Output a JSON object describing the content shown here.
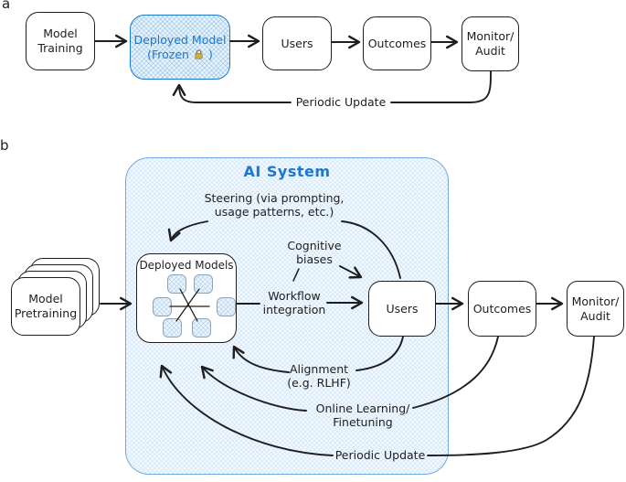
{
  "panel_a": {
    "label": "a",
    "model_training": {
      "line1": "Model",
      "line2": "Training"
    },
    "deployed_model": {
      "line1": "Deployed Model",
      "line2_prefix": "(Frozen",
      "line2_suffix": ")",
      "lock_icon": "lock"
    },
    "users": "Users",
    "outcomes": "Outcomes",
    "monitor": {
      "line1": "Monitor/",
      "line2": "Audit"
    },
    "periodic_update": "Periodic Update"
  },
  "panel_b": {
    "label": "b",
    "ai_system_title": "AI System",
    "model_pretraining": {
      "line1": "Model",
      "line2": "Pretraining"
    },
    "deployed_models_title": "Deployed Models",
    "steering": {
      "line1": "Steering (via prompting,",
      "line2": "usage patterns, etc.)"
    },
    "cognitive": {
      "line1": "Cognitive",
      "line2": "biases"
    },
    "workflow": {
      "line1": "Workflow",
      "line2": "integration"
    },
    "users": "Users",
    "outcomes": "Outcomes",
    "monitor": {
      "line1": "Monitor/",
      "line2": "Audit"
    },
    "alignment": {
      "line1": "Alignment",
      "line2": "(e.g. RLHF)"
    },
    "online_learning": {
      "line1": "Online Learning/",
      "line2": "Finetuning"
    },
    "periodic_update": "Periodic Update"
  },
  "colors": {
    "stroke": "#1e1e1e",
    "blue": "#1c77cf",
    "container_border": "#72aadd",
    "lock_gold": "#d4af37"
  }
}
